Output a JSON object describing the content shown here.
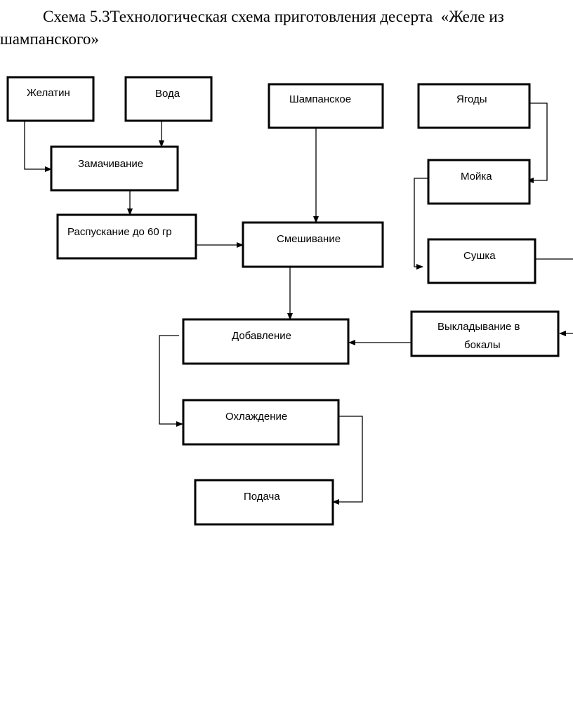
{
  "title": {
    "line1": "Схема 5.3Технологическая схема приготовления десерта  «Желе из",
    "line2": "шампанского»"
  },
  "nodes": {
    "gelatin": "Желатин",
    "water": "Вода",
    "soaking": "Замачивание",
    "dissolving": "Распускание до 60 гр",
    "champagne": "Шампанское",
    "mixing": "Смешивание",
    "berries": "Ягоды",
    "washing": "Мойка",
    "drying": "Сушка",
    "placing_line1": "Выкладывание в",
    "placing_line2": "бокалы",
    "adding": "Добавление",
    "cooling": "Охлаждение",
    "serving": "Подача"
  }
}
